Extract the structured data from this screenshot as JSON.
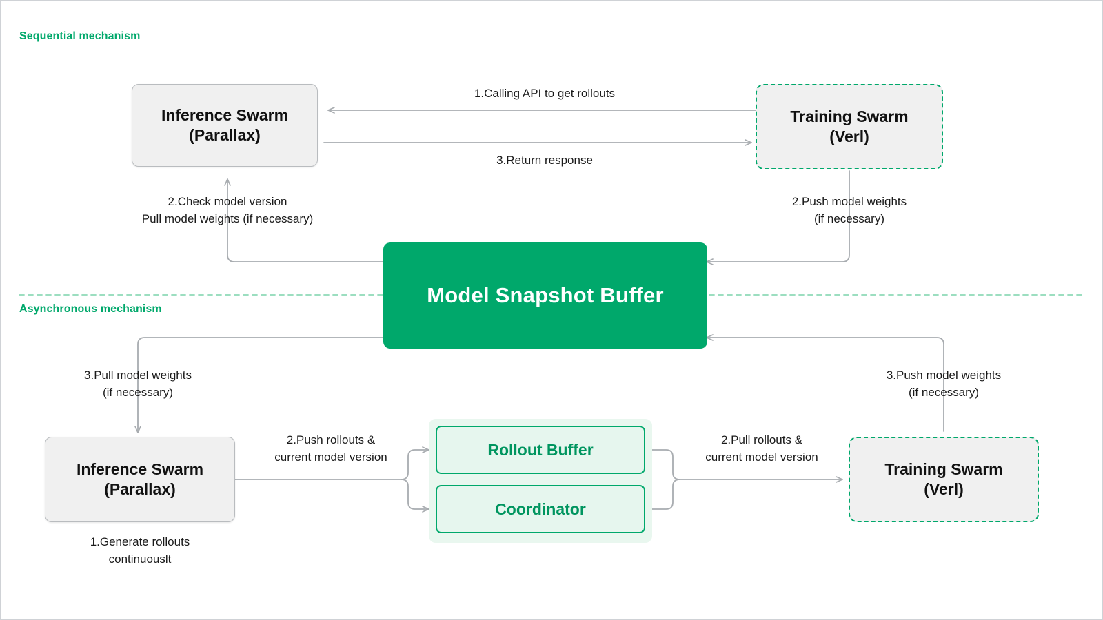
{
  "theme": {
    "brand_green": "#00A86B",
    "green_text": "#00955F",
    "node_gray_fill": "#f0f0f0",
    "node_gray_border": "#b9bcbf",
    "wire_gray": "#a8acb0",
    "group_fill": "#e9f7ef",
    "green_node_fill": "#e6f6ee",
    "text_dark": "#1a1a1a"
  },
  "sections": {
    "sequential_label": "Sequential mechanism",
    "asynchronous_label": "Asynchronous mechanism"
  },
  "nodes": {
    "inference_top": {
      "line1": "Inference Swarm",
      "line2": "(Parallax)"
    },
    "training_top": {
      "line1": "Training Swarm",
      "line2": "(Verl)"
    },
    "snapshot_buffer": {
      "label": "Model Snapshot Buffer"
    },
    "inference_bottom": {
      "line1": "Inference Swarm",
      "line2": "(Parallax)"
    },
    "training_bottom": {
      "line1": "Training Swarm",
      "line2": "(Verl)"
    },
    "rollout_buffer": {
      "label": "Rollout Buffer"
    },
    "coordinator": {
      "label": "Coordinator"
    }
  },
  "edge_labels": {
    "calling_api": "1.Calling API to get rollouts",
    "return_response": "3.Return response",
    "check_model_version": "2.Check model version\nPull model weights (if necessary)",
    "push_model_weights_top": "2.Push model weights\n(if necessary)",
    "pull_model_weights_bottom": "3.Pull model weights\n(if necessary)",
    "push_model_weights_bottom": "3.Push model weights\n(if necessary)",
    "push_rollouts": "2.Push rollouts &\ncurrent model version",
    "pull_rollouts": "2.Pull rollouts &\ncurrent model version",
    "generate_rollouts": "1.Generate rollouts\ncontinuouslt"
  }
}
